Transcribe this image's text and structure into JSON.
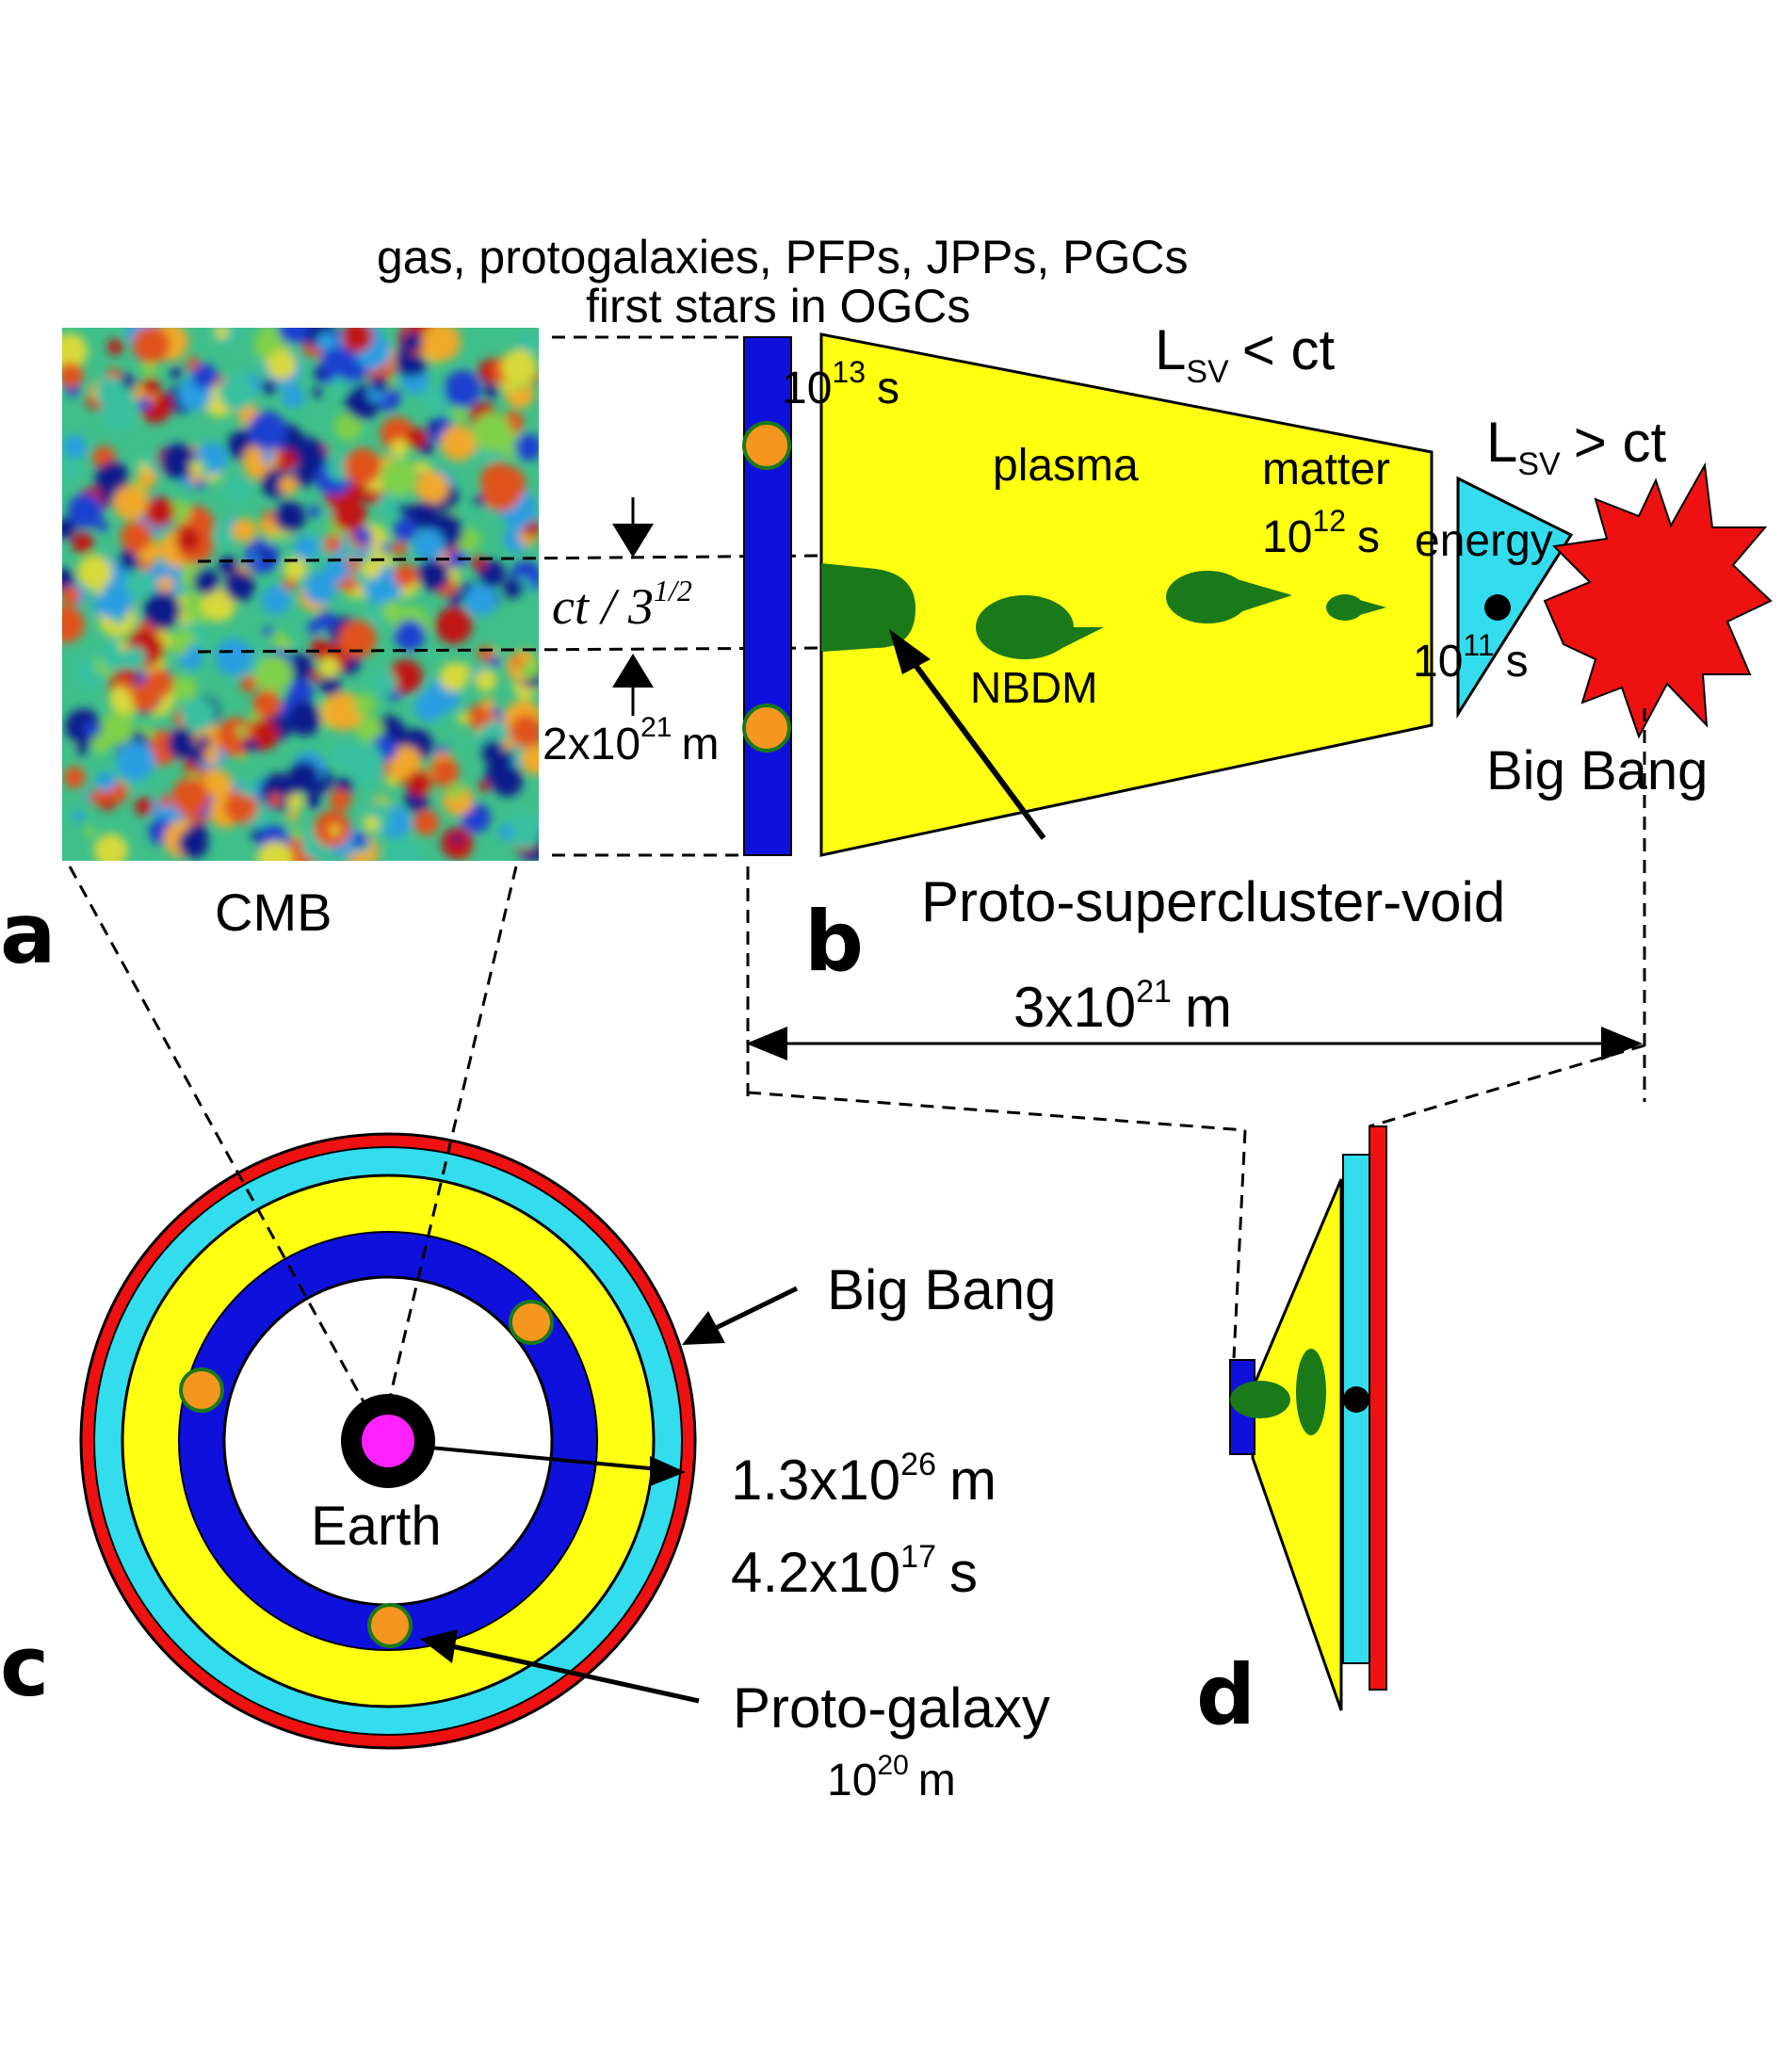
{
  "panel_labels": {
    "a": "a",
    "b": "b",
    "c": "c",
    "d": "d"
  },
  "panel_a": {
    "cmb_label": "CMB"
  },
  "header": {
    "line1": "gas, protogalaxies, PFPs,  JPPs, PGCs",
    "line2": "first stars in OGCs"
  },
  "scale_mark": {
    "ct_label": "ct / 3",
    "ct_exp": "1/2",
    "size_base": "2x10",
    "size_exp": "21",
    "size_unit": "m"
  },
  "panel_b": {
    "t1_base": "10",
    "t1_exp": "13",
    "t1_unit": "s",
    "plasma": "plasma",
    "matter": "matter",
    "t2_base": "10",
    "t2_exp": "12",
    "t2_unit": "s",
    "energy": "energy",
    "t3_base": "10",
    "t3_exp": "11",
    "t3_unit": "s",
    "nbdm": "NBDM",
    "big_bang": "Big Bang",
    "lsv_small_L": "L",
    "lsv_small_sub": "SV",
    "lsv_small_rel": "< ct",
    "lsv_large_L": "L",
    "lsv_large_sub": "SV",
    "lsv_large_rel": "> ct",
    "proto_scv": "Proto-supercluster-void",
    "width_base": "3x10",
    "width_exp": "21",
    "width_unit": "m"
  },
  "panel_c": {
    "earth": "Earth",
    "big_bang": "Big Bang",
    "radius_base": "1.3x10",
    "radius_exp": "26",
    "radius_unit": "m",
    "time_base": "4.2x10",
    "time_exp": "17",
    "time_unit": "s",
    "proto_galaxy": "Proto-galaxy",
    "pg_base": "10",
    "pg_exp": "20",
    "pg_unit": "m"
  },
  "colors": {
    "blue": "#1010dd",
    "yellow": "#ffff11",
    "cyan": "#33ddee",
    "red": "#ee1111",
    "green": "#1a7a1a",
    "orange": "#f5961e",
    "magenta": "#ff22ff",
    "arrow": "#000000"
  }
}
